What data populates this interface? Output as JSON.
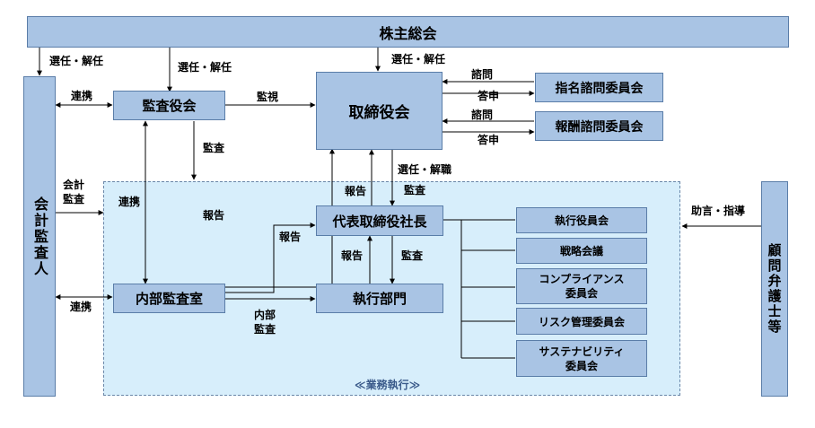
{
  "boxes": {
    "shareholders": "株主総会",
    "auditor": "会計監査人",
    "audit_board": "監査役会",
    "board": "取締役会",
    "nomination": "指名諮問委員会",
    "compensation": "報酬諮問委員会",
    "president": "代表取締役社長",
    "internal_audit": "内部監査室",
    "exec_division": "執行部門",
    "officers": "執行役員会",
    "strategy": "戦略会議",
    "compliance": "コンプライアンス\n委員会",
    "risk": "リスク管理委員会",
    "sustainability": "サステナビリティ\n委員会",
    "advisors": "顧問弁護士等"
  },
  "labels": {
    "elect1": "選任・解任",
    "elect2": "選任・解任",
    "elect3": "選任・解任",
    "coop1": "連携",
    "coop2": "連携",
    "coop3": "連携",
    "oversight": "監視",
    "audit1": "監査",
    "inquiry1": "諮問",
    "answer1": "答申",
    "inquiry2": "諮問",
    "answer2": "答申",
    "accounting_audit": "会計\n監査",
    "report1": "報告",
    "report2": "報告",
    "report3": "報告",
    "report4": "報告",
    "appoint_dismiss": "選任・解職",
    "audit2": "監査",
    "audit3": "監査",
    "internal_audit_label": "内部\n監査",
    "advice": "助言・指導",
    "area_title": "≪業務執行≫"
  }
}
